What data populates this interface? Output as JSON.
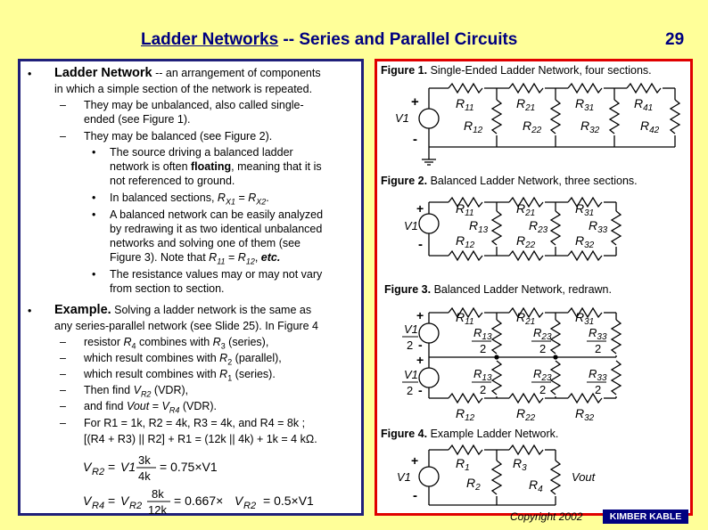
{
  "title": {
    "main_u": "Ladder Networks",
    "main_rest": " -- Series and Parallel Circuits",
    "number": "29"
  },
  "left": {
    "bullet1_head": "Ladder Network",
    "bullet1_text": " -- an arrangement of components",
    "bullet1_line2": "in which a simple section of the network is repeated.",
    "sub1_line1": "They may be unbalanced, also called single-",
    "sub1_line2": "ended (see Figure 1).",
    "sub2": "They may be balanced (see Figure 2).",
    "d1_line1": "The source driving a balanced ladder",
    "d1_line2a": "network is often ",
    "d1_line2b": "floating",
    "d1_line2c": ", meaning that it is",
    "d1_line3": "not referenced to ground.",
    "d2_a": "In balanced sections, ",
    "d2_b": "R",
    "d2_c": "X1",
    "d2_d": " = ",
    "d2_e": "R",
    "d2_f": "X2",
    "d2_g": ".",
    "d3_line1": "A balanced network can be easily analyzed",
    "d3_line2": "by redrawing it as two identical unbalanced",
    "d3_line3": "networks and solving one of them (see",
    "d3_line4a": "Figure 3).  Note that ",
    "d3_line4b": "R",
    "d3_line4c": "11",
    "d3_line4d": " = ",
    "d3_line4e": "R",
    "d3_line4f": "12",
    "d3_line4g": ", ",
    "d3_line4h": "etc.",
    "d4_line1": "The resistance values may or may not vary",
    "d4_line2": "from section to section.",
    "bullet2_head": "Example.",
    "bullet2_text": "  Solving a ladder network is the same as",
    "bullet2_line2": "any series-parallel network (see Slide 25).  In Figure 4",
    "e1a": "resistor ",
    "e1b": "R",
    "e1c": "4",
    "e1d": " combines with ",
    "e1e": "R",
    "e1f": "3",
    "e1g": " (series),",
    "e2a": "which result combines with ",
    "e2b": "R",
    "e2c": "2",
    "e2d": " (parallel),",
    "e3a": "which result combines with ",
    "e3b": "R",
    "e3c": "1",
    "e3d": " (series).",
    "e4a": "Then find ",
    "e4b": "V",
    "e4c": "R2",
    "e4d": "  (VDR),",
    "e5a": "and find ",
    "e5b": "Vout",
    "e5c": " = ",
    "e5d": "V",
    "e5e": "R4",
    "e5f": "  (VDR).",
    "e6": "For R1 = 1k, R2 = 4k, R3 = 4k, and  R4 = 8k ;",
    "e7": "[(R4 + R3) || R2] + R1 = (12k || 4k) + 1k = 4 kΩ.",
    "eq1": {
      "lhs": "V",
      "lhs_sub": "R2",
      "eq": "=",
      "v1": "V1",
      "num": "3k",
      "den": "4k",
      "rest": "= 0.75×V1"
    },
    "eq2": {
      "lhs": "V",
      "lhs_sub": "R4",
      "eq": "=",
      "v": "V",
      "v_sub": "R2",
      "num": "8k",
      "den": "12k",
      "rest1": "= 0.667×",
      "rest_v": "V",
      "rest_sub": "R2",
      "rest2": "= 0.5×V1"
    },
    "bullet_char": "•",
    "dash_char": "–"
  },
  "figures": {
    "f1_label": "Figure 1.",
    "f1_text": "  Single-Ended Ladder Network, four sections.",
    "f2_label": "Figure 2.",
    "f2_text": "  Balanced Ladder Network, three sections.",
    "f3_label": "Figure 3.",
    "f3_text": "  Balanced Ladder Network, redrawn.",
    "f4_label": "Figure 4.",
    "f4_text": "  Example Ladder Network.",
    "plus": "+",
    "minus": "-",
    "v1": "V1",
    "two": "2",
    "vout": "Vout"
  },
  "footer": {
    "copyright": "Copyright 2002",
    "logo": "KIMBER KABLE"
  }
}
